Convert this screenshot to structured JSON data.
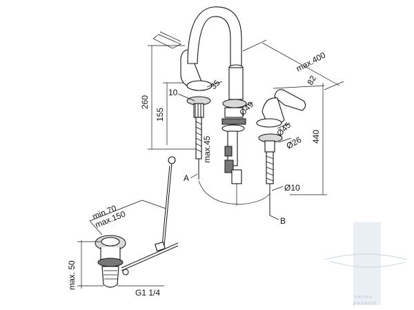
{
  "dimensions": {
    "max_400": "max.400",
    "d82": "82",
    "d260": "260",
    "d155": "155",
    "d440": "440",
    "d10": "10",
    "d35": "35",
    "phi49": "Ø49",
    "phi45": "Ø45",
    "phi26": "Ø26",
    "phi10": "Ø10",
    "max_45": "max.45",
    "min_70": "min.70",
    "max_150": "max.150",
    "max_50": "max. 50",
    "thread": "G1 1/4"
  },
  "labels": {
    "point_a": "A",
    "point_b": "B"
  },
  "watermark": {
    "line1": "vannu",
    "line2": "pasaule",
    "color": "#b9c7d3"
  }
}
